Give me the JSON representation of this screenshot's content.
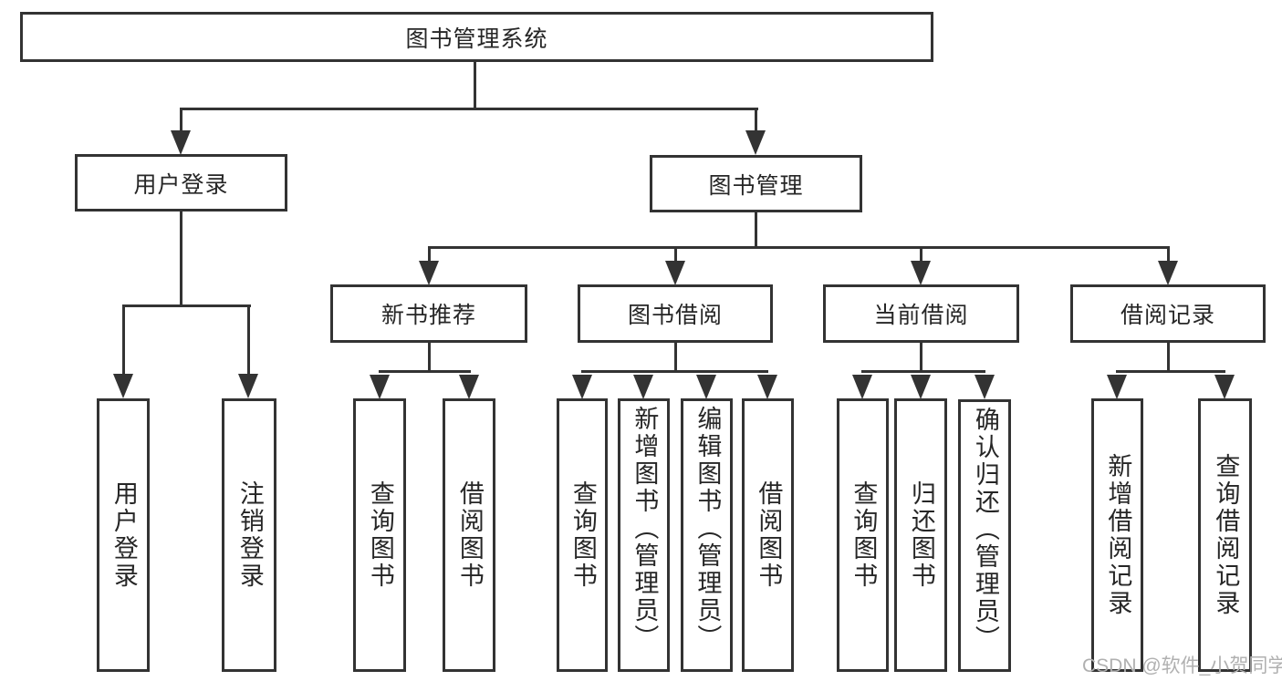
{
  "colors": {
    "line": "#333333",
    "text": "#262626",
    "box_background": "#ffffff",
    "watermark_color": "#b0b0b0"
  },
  "tree": {
    "root": {
      "label": "图书管理系统"
    },
    "branches": [
      {
        "label": "用户登录",
        "children": [
          {
            "label": "用户登录"
          },
          {
            "label": "注销登录"
          }
        ]
      },
      {
        "label": "图书管理",
        "children": [
          {
            "label": "新书推荐",
            "children": [
              {
                "label": "查询图书"
              },
              {
                "label": "借阅图书"
              }
            ]
          },
          {
            "label": "图书借阅",
            "children": [
              {
                "label": "查询图书"
              },
              {
                "label": "新增图书（管理员）"
              },
              {
                "label": "编辑图书（管理员）"
              },
              {
                "label": "借阅图书"
              }
            ]
          },
          {
            "label": "当前借阅",
            "children": [
              {
                "label": "查询图书"
              },
              {
                "label": "归还图书"
              },
              {
                "label": "确认归还（管理员）"
              }
            ]
          },
          {
            "label": "借阅记录",
            "children": [
              {
                "label": "新增借阅记录"
              },
              {
                "label": "查询借阅记录"
              }
            ]
          }
        ]
      }
    ]
  },
  "watermark": {
    "text": "CSDN @软件_小贺同学"
  }
}
